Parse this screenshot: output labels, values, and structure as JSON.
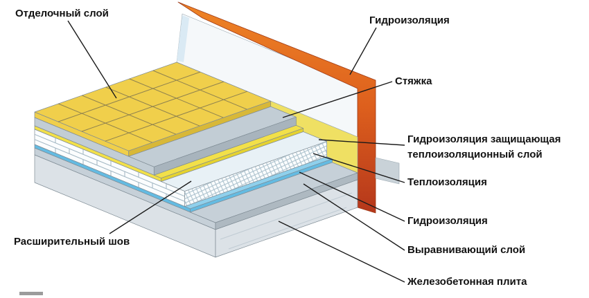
{
  "diagram": {
    "type": "floor-insulation-layers-scheme",
    "labels": {
      "finishing_layer": "Отделочный слой",
      "waterproofing_top": "Гидроизоляция",
      "screed": "Стяжка",
      "waterproofing_protecting_line1": "Гидроизоляция защищающая",
      "waterproofing_protecting_line2": "теплоизоляционный слой",
      "thermal_insulation": "Теплоизоляция",
      "waterproofing_bottom": "Гидроизоляция",
      "leveling_layer": "Выравнивающий слой",
      "reinforced_concrete_slab": "Железобетонная плита",
      "expansion_joint": "Расширительный шов"
    },
    "colors": {
      "tile": "#F0CF4B",
      "tile_edge": "#D8B838",
      "tile_grout": "#7D7350",
      "screed": "#C2CDD5",
      "screed_edge": "#A8B4BD",
      "waterproofing_yellow": "#F2E049",
      "turnup_yellow": "#EFE063",
      "insulation_face": "#FBFDFE",
      "insulation_top": "#E8F1F6",
      "waterproofing_blue": "#64BBE2",
      "waterproofing_blue_light": "#8FD0EC",
      "leveling": "#C6D0D8",
      "leveling_edge": "#AEB9C1",
      "slab": "#DCE2E7",
      "wall": "#F5F8FA",
      "wall_strip_top": "#EE8426",
      "wall_strip_mid": "#DD5F1D",
      "wall_strip_bottom": "#B5371B",
      "leader": "#1A1A1A"
    }
  }
}
